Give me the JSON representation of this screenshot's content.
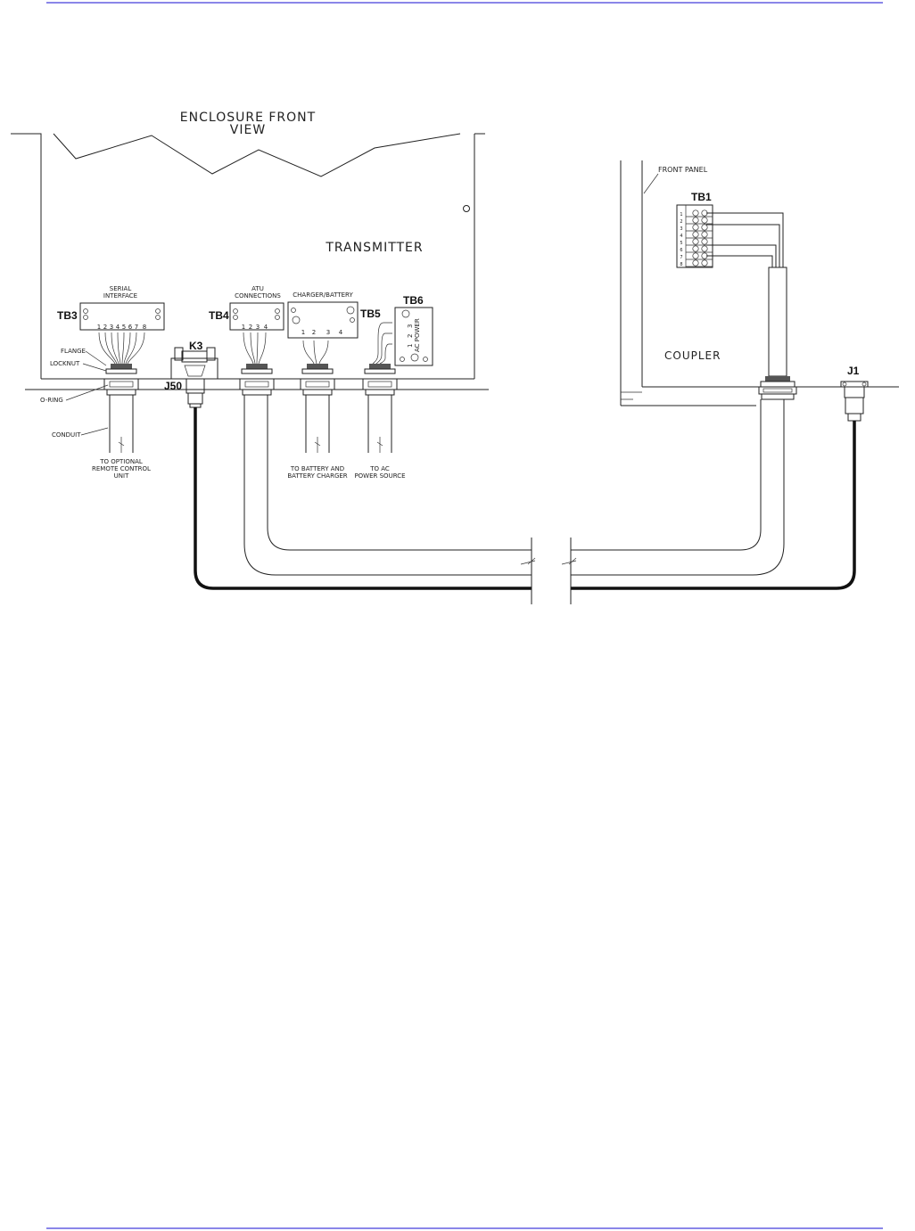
{
  "colors": {
    "rule": "#8a86e8",
    "line": "#222222",
    "cable": "#111111"
  },
  "labels": {
    "enclosure_title_1": "ENCLOSURE FRONT",
    "enclosure_title_2": "VIEW",
    "transmitter": "TRANSMITTER",
    "coupler": "COUPLER",
    "front_panel": "FRONT PANEL",
    "serial_interface_1": "SERIAL",
    "serial_interface_2": "INTERFACE",
    "atu_connections_1": "ATU",
    "atu_connections_2": "CONNECTIONS",
    "charger_battery": "CHARGER/BATTERY",
    "ac_power": "AC POWER",
    "flange": "FLANGE",
    "locknut": "LOCKNUT",
    "o_ring": "O-RING",
    "conduit": "CONDUIT",
    "to_remote_1": "TO OPTIONAL",
    "to_remote_2": "REMOTE CONTROL",
    "to_remote_3": "UNIT",
    "to_battery_1": "TO BATTERY AND",
    "to_battery_2": "BATTERY CHARGER",
    "to_ac_1": "TO AC",
    "to_ac_2": "POWER SOURCE"
  },
  "components": {
    "tb3": "TB3",
    "tb4": "TB4",
    "tb5": "TB5",
    "tb6": "TB6",
    "k3": "K3",
    "j50": "J50",
    "tb1": "TB1",
    "j1": "J1"
  },
  "terminals": {
    "tb3": [
      "1",
      "2",
      "3",
      "4",
      "5",
      "6",
      "7",
      "8"
    ],
    "tb4": [
      "1",
      "2",
      "3",
      "4"
    ],
    "tb5": [
      "1",
      "2",
      "3",
      "4"
    ],
    "tb6": [
      "1",
      "2",
      "3"
    ],
    "tb1": [
      "1",
      "2",
      "3",
      "4",
      "5",
      "6",
      "7",
      "8"
    ]
  }
}
